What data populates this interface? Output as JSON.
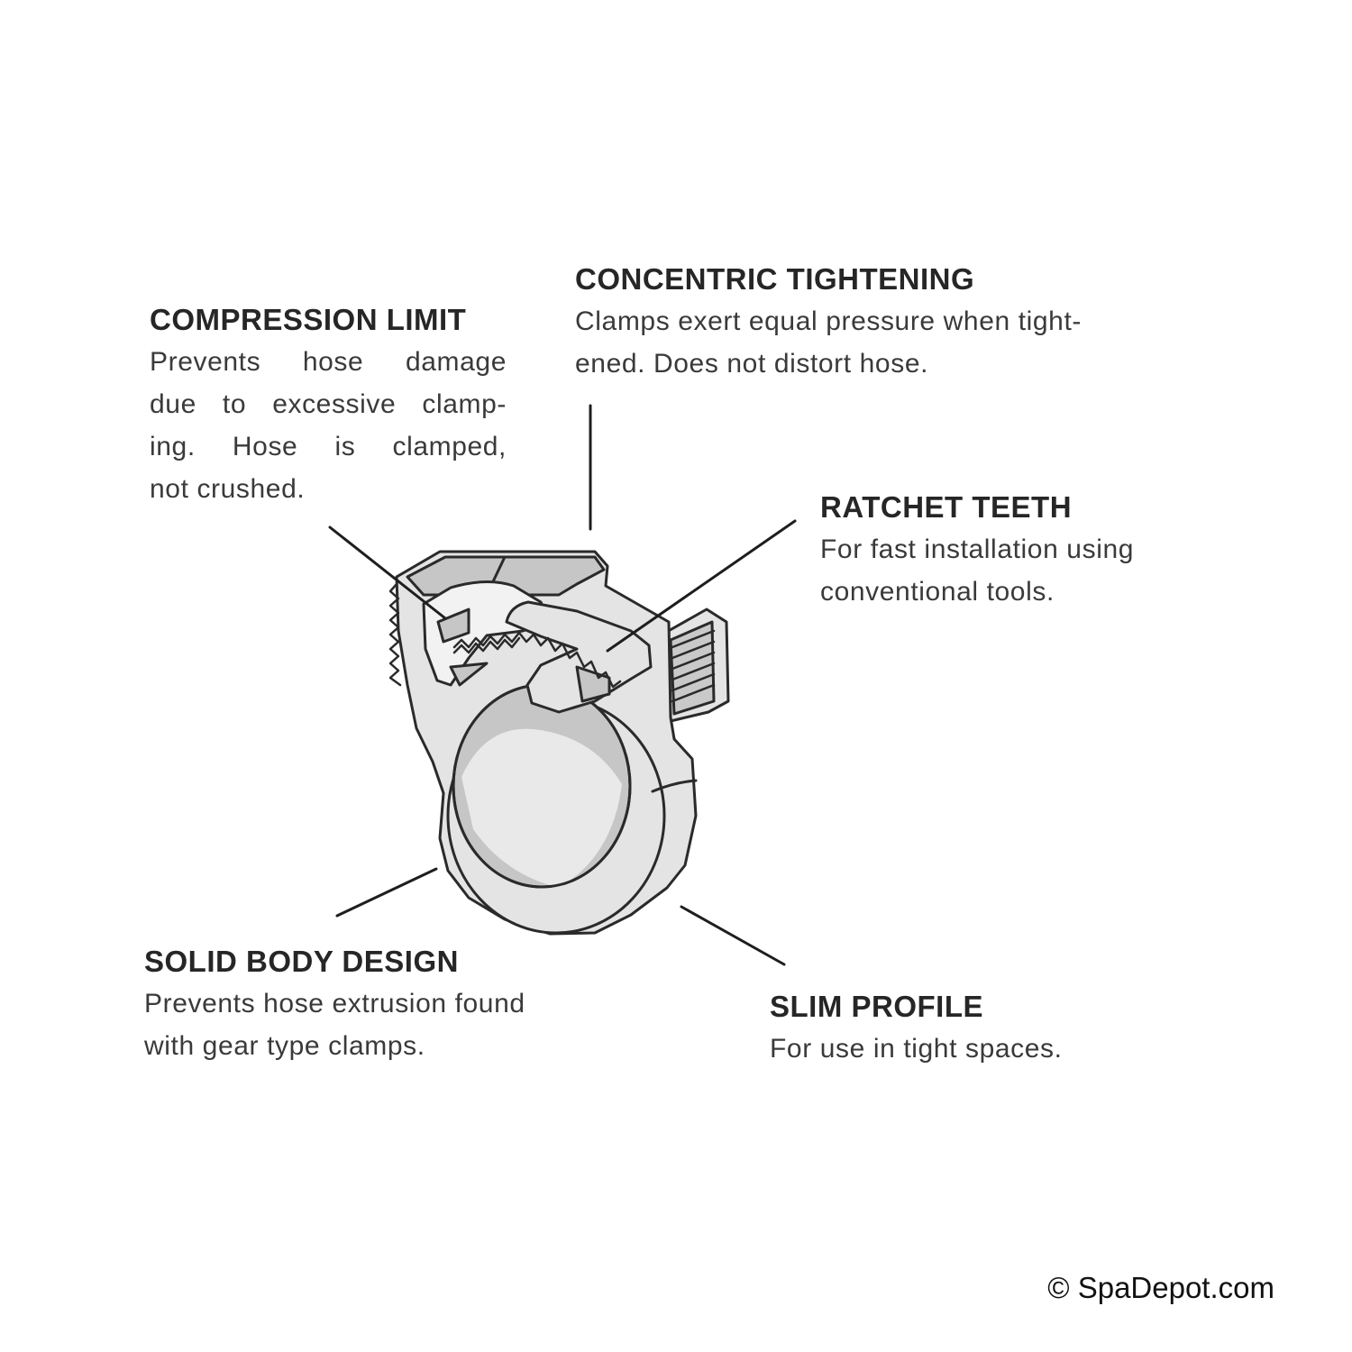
{
  "callouts": {
    "compression_limit": {
      "heading": "COMPRESSION LIMIT",
      "lines": [
        "Prevents hose damage",
        "due to excessive clamp-",
        "ing. Hose is clamped,",
        "not crushed."
      ]
    },
    "concentric_tightening": {
      "heading": "CONCENTRIC TIGHTENING",
      "lines": [
        "Clamps exert equal pressure when tight-",
        "ened. Does not distort hose."
      ]
    },
    "ratchet_teeth": {
      "heading": "RATCHET TEETH",
      "lines": [
        "For fast installation using",
        "conventional tools."
      ]
    },
    "solid_body_design": {
      "heading": "SOLID BODY DESIGN",
      "lines": [
        "Prevents hose extrusion found",
        "with gear type clamps."
      ]
    },
    "slim_profile": {
      "heading": "SLIM PROFILE",
      "lines": [
        "For use in tight spaces."
      ]
    }
  },
  "copyright": "© SpaDepot.com",
  "colors": {
    "clamp_fill": "#e4e4e4",
    "clamp_shade": "#c6c6c6",
    "outline": "#2a2a2a",
    "text": "#2b2b2b"
  }
}
